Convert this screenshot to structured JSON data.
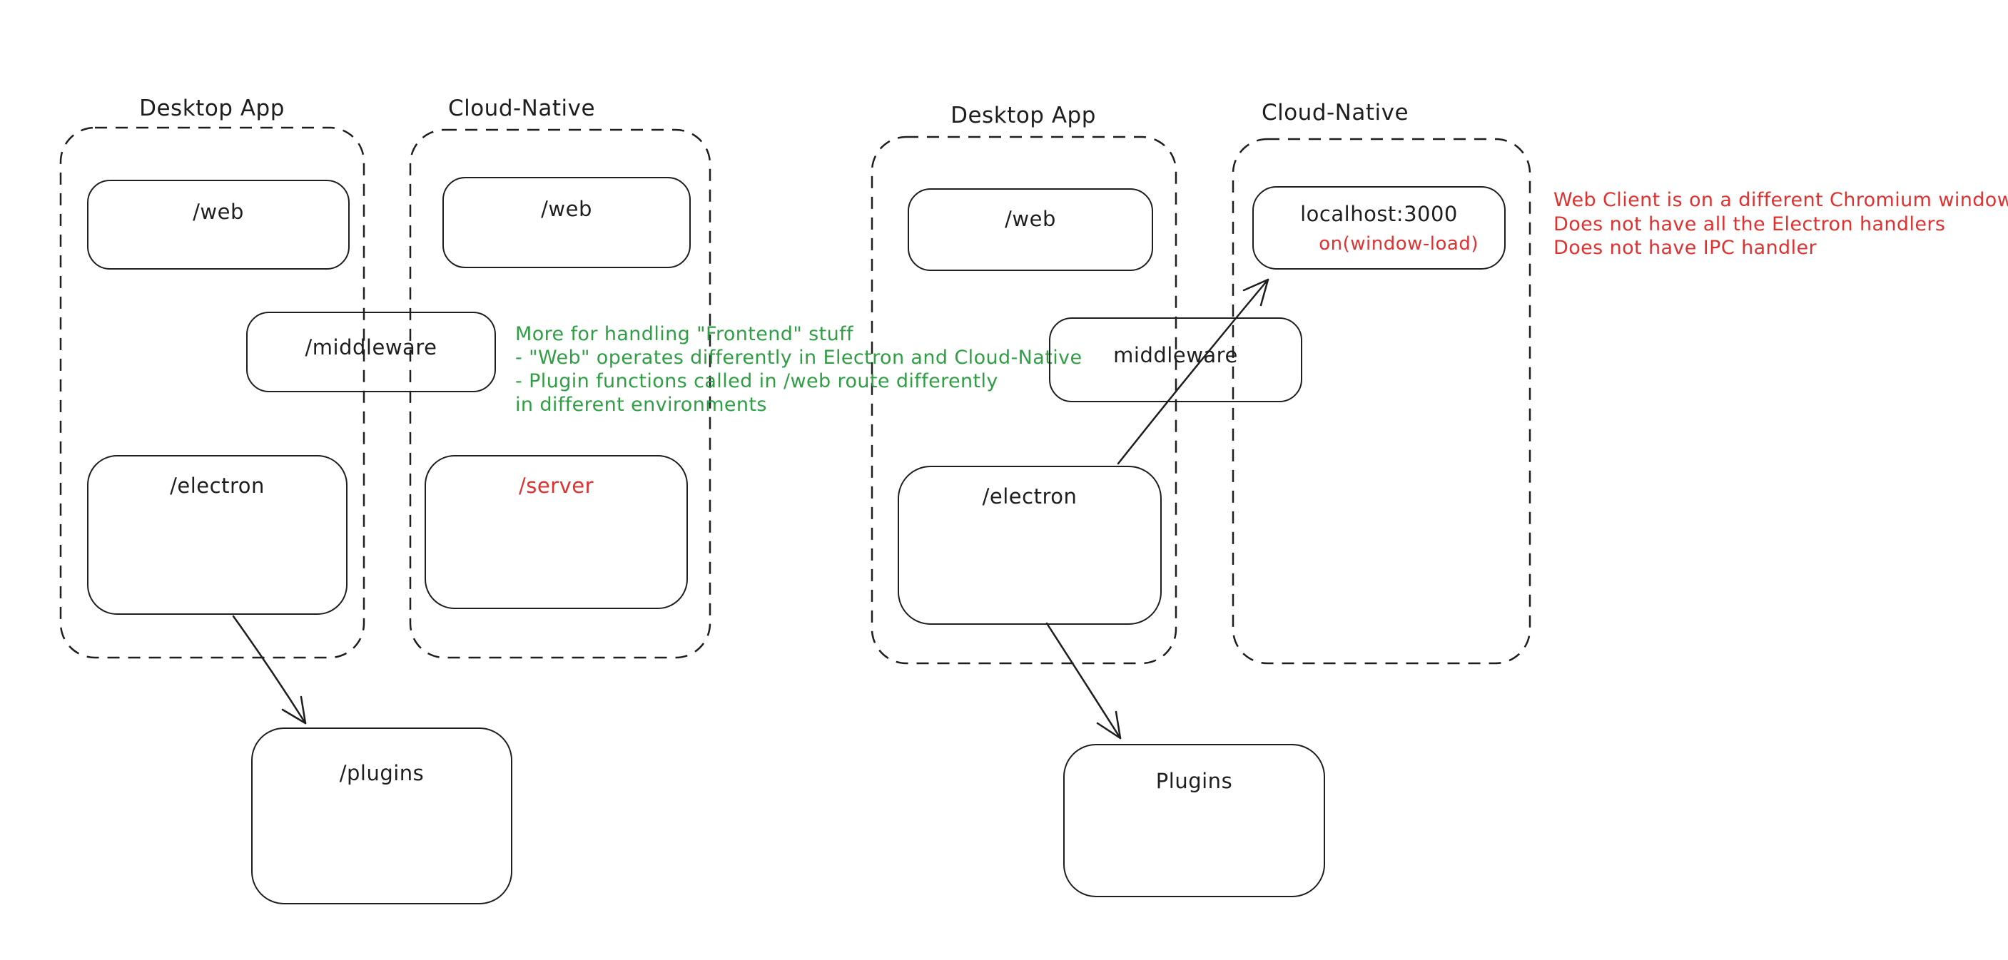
{
  "colors": {
    "stroke": "#1e1e1e",
    "red": "#e03131",
    "green": "#2f9e44",
    "background": "#ffffff"
  },
  "left": {
    "desktop_title": "Desktop App",
    "cloud_title": "Cloud-Native",
    "boxes": {
      "web_desktop": "/web",
      "web_cloud": "/web",
      "middleware": "/middleware",
      "electron": "/electron",
      "server": "/server",
      "plugins": "/plugins"
    },
    "note_lines": [
      "More for handling \"Frontend\" stuff",
      "- \"Web\" operates differently in Electron and Cloud-Native",
      "- Plugin functions called in /web route differently",
      "in different environments"
    ]
  },
  "right": {
    "desktop_title": "Desktop App",
    "cloud_title": "Cloud-Native",
    "boxes": {
      "web": "/web",
      "localhost": "localhost:3000",
      "localhost_event": "on(window-load)",
      "middleware": "middleware",
      "electron": "/electron",
      "plugins": "Plugins"
    },
    "note_lines": [
      "Web Client is on a different Chromium window",
      "Does not have all the Electron handlers",
      "Does not have IPC handler"
    ]
  }
}
